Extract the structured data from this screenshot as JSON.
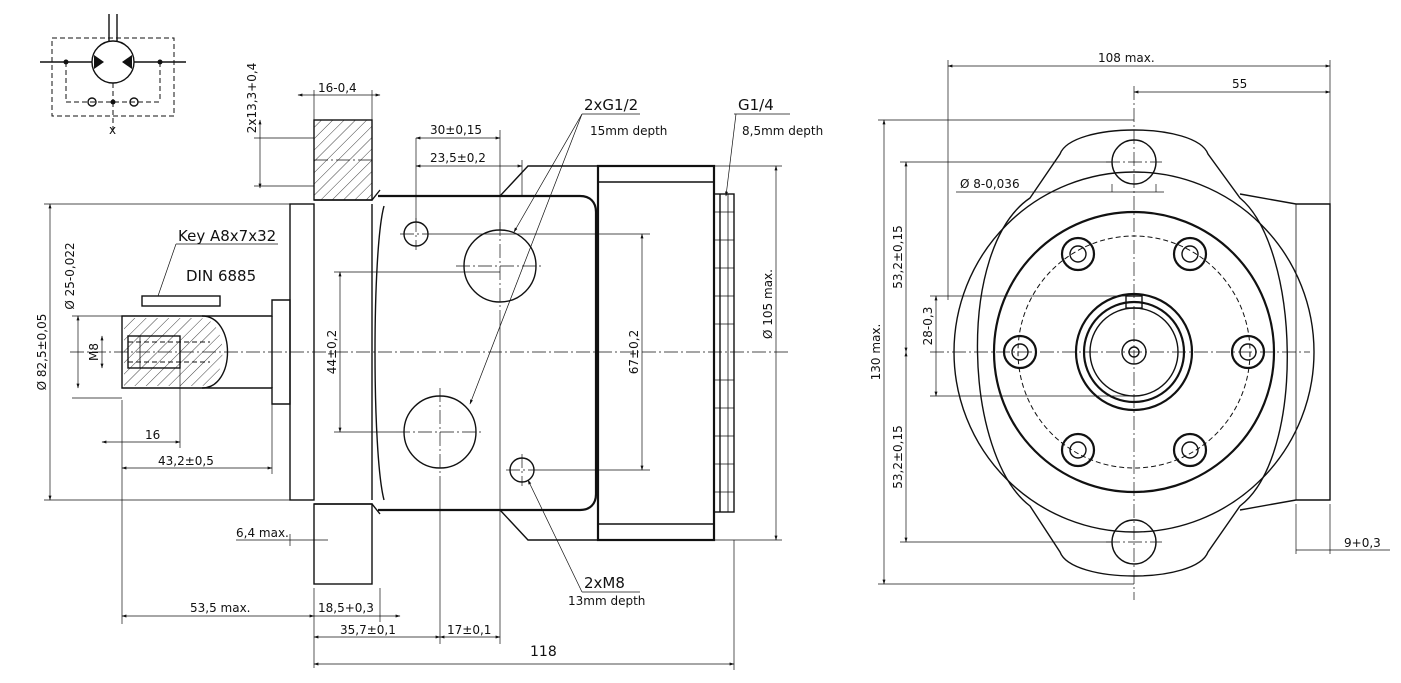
{
  "side_view": {
    "shaft_dia": "Ø 82,5±0,05",
    "shaft_dia2": "Ø 25-0,022",
    "thread": "M8",
    "key_label": "Key A8x7x32",
    "key_std": "DIN 6885",
    "dim_16": "16",
    "dim_43": "43,2±0,5",
    "dim_64": "6,4 max.",
    "dim_535": "53,5 max.",
    "dim_185": "18,5+0,3",
    "dim_357": "35,7±0,1",
    "dim_17": "17±0,1",
    "dim_118": "118",
    "dim_flange_w": "16-0,4",
    "dim_flange_h": "2x13,3+0,4",
    "dim_44": "44±0,2",
    "dim_67": "67±0,2",
    "dim_30": "30±0,15",
    "dim_235": "23,5±0,2",
    "dim_105": "Ø 105 max.",
    "port_main": "2xG1/2",
    "port_main_depth": "15mm depth",
    "port_drain": "G1/4",
    "port_drain_depth": "8,5mm depth",
    "port_m8": "2xM8",
    "port_m8_depth": "13mm depth"
  },
  "front_view": {
    "dim_108": "108 max.",
    "dim_55": "55",
    "dim_hole": "Ø 8-0,036",
    "dim_532a": "53,2±0,15",
    "dim_532b": "53,2±0,15",
    "dim_28": "28-0,3",
    "dim_130": "130 max.",
    "dim_9": "9+0,3"
  }
}
